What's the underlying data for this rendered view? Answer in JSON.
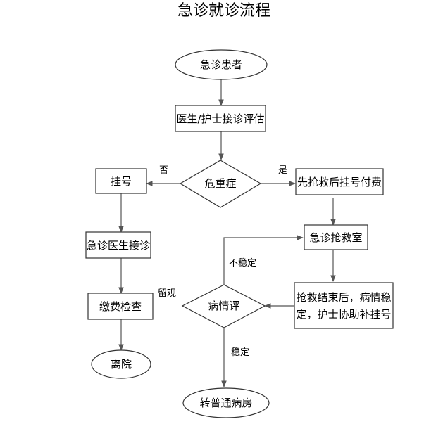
{
  "title": "急诊就诊流程",
  "nodes": {
    "patient": "急诊患者",
    "assess": "医生/护士接诊评估",
    "critical": "危重症",
    "register": "挂号",
    "rescue_first": "先抢救后挂号付费",
    "er_doctor": "急诊医生接诊",
    "rescue_room": "急诊抢救室",
    "pay_check": "缴费检查",
    "rescue_done_line1": "抢救结束后，病情稳",
    "rescue_done_line2": "定，护士协助补挂号",
    "condition": "病情评",
    "leave": "离院",
    "transfer": "转普通病房"
  },
  "edge_labels": {
    "no": "否",
    "yes": "是",
    "unstable": "不稳定",
    "observe": "留观",
    "stable": "稳定"
  }
}
